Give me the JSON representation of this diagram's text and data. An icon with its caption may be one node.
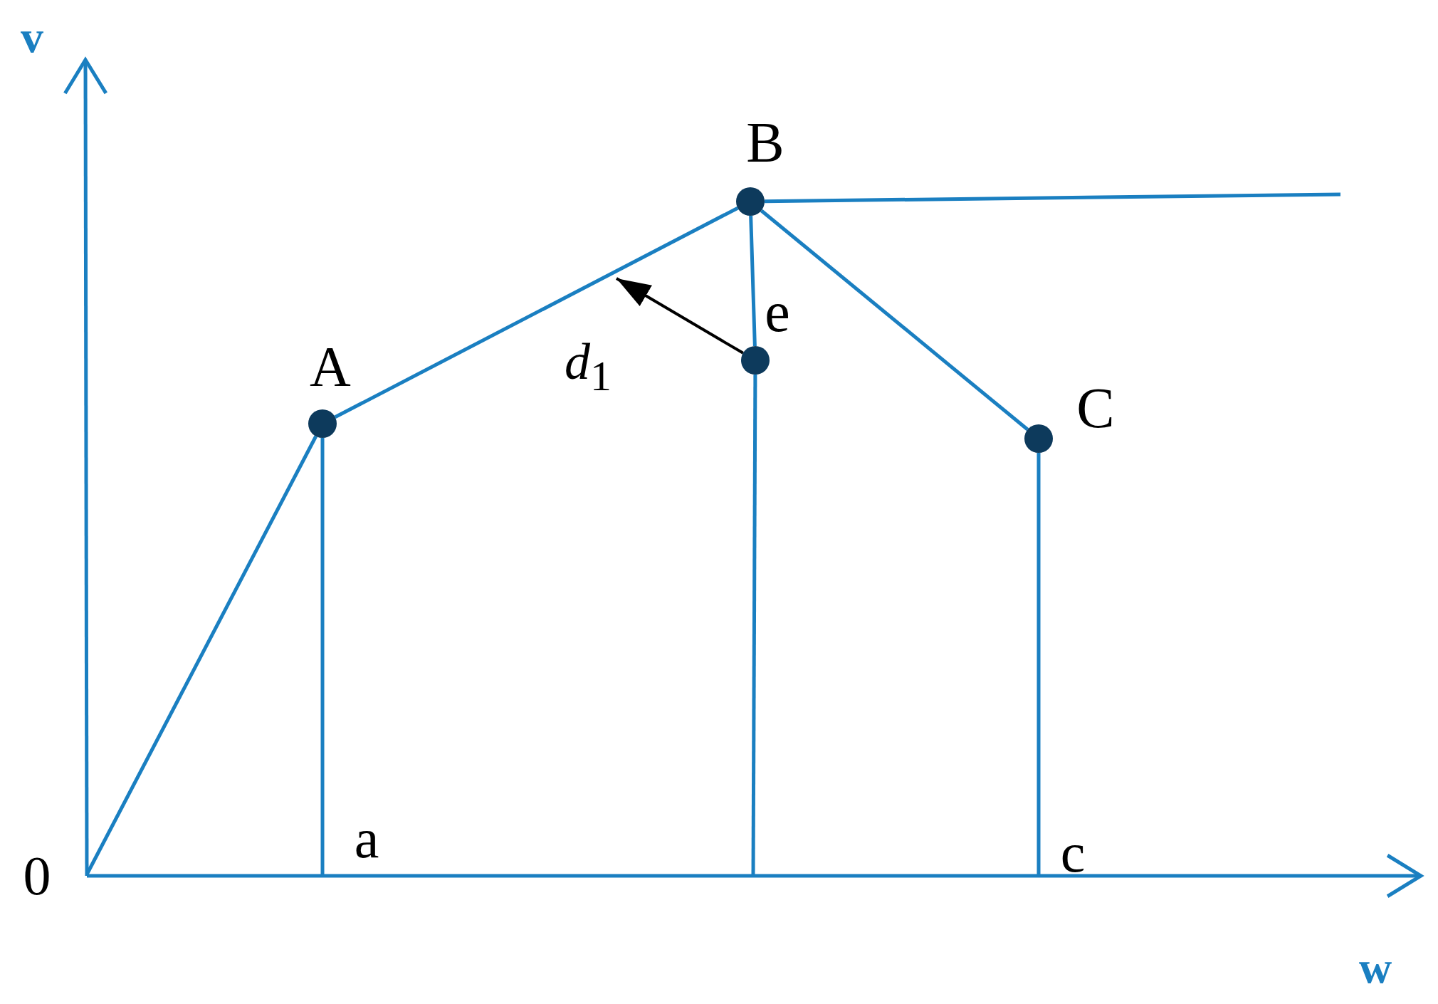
{
  "diagram": {
    "nodes": [
      {
        "text": [],
        "shape": "circle",
        "beside": [
          "A"
        ]
      },
      {
        "text": [],
        "shape": "circle",
        "beside": [
          "B"
        ]
      },
      {
        "text": [],
        "shape": "circle",
        "beside": [
          "e"
        ]
      },
      {
        "text": [],
        "shape": "circle",
        "beside": [
          "C"
        ]
      }
    ],
    "edges": [
      {
        "from": null,
        "to": 0,
        "arrow": "none"
      },
      {
        "from": 0,
        "to": 1,
        "arrow": "none"
      },
      {
        "from": 1,
        "to": 3,
        "arrow": "none"
      },
      {
        "from": 1,
        "to": null,
        "arrow": "none"
      },
      {
        "from": 0,
        "to": null,
        "arrow": "none"
      },
      {
        "from": 1,
        "to": 2,
        "arrow": "none"
      },
      {
        "from": 2,
        "to": null,
        "arrow": "none"
      },
      {
        "from": 3,
        "to": null,
        "arrow": "none"
      },
      {
        "from": 2,
        "to": null,
        "arrow": "to",
        "label": "*d*$_{1}$",
        "color": "#000000"
      }
    ],
    "labels": [
      "v",
      "a",
      "c",
      "0",
      "w"
    ]
  }
}
